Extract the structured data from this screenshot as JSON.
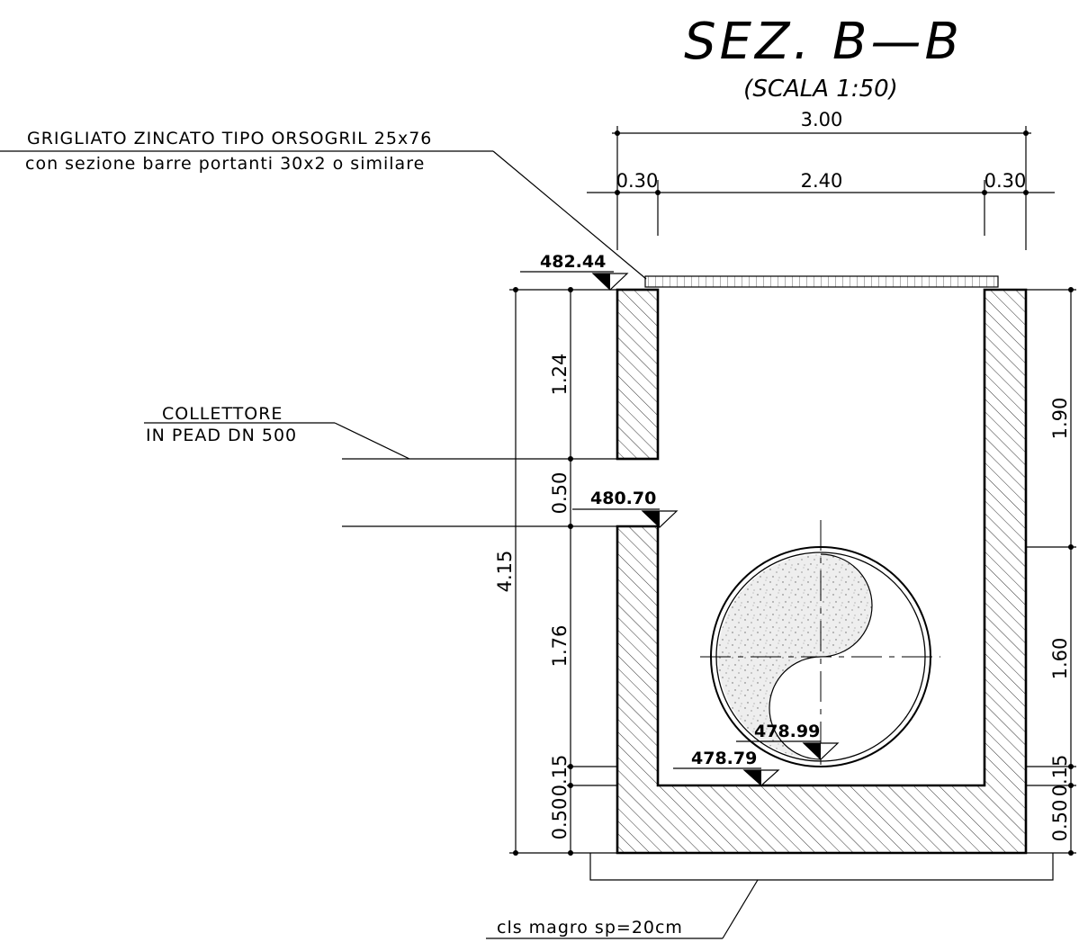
{
  "title": "SEZ. B—B",
  "scale": "(SCALA 1:50)",
  "dimensions": {
    "total_width": "3.00",
    "left_wall": "0.30",
    "inner_width": "2.40",
    "right_wall": "0.30",
    "left_upper": "1.24",
    "left_pipe": "0.50",
    "total_height": "4.15",
    "left_mid": "1.76",
    "left_015": "0.15",
    "left_base": "0.50",
    "right_upper": "1.90",
    "right_mid": "1.60",
    "right_015": "0.15",
    "right_base": "0.50"
  },
  "levels": {
    "top": "482.44",
    "pipe": "480.70",
    "inner_bottom": "478.99",
    "floor": "478.79"
  },
  "notes": {
    "grating_line1": "GRIGLIATO ZINCATO TIPO ORSOGRIL 25x76",
    "grating_line2": "con sezione barre portanti 30x2 o similare",
    "collector_line1": "COLLETTORE",
    "collector_line2": "IN PEAD DN 500",
    "lean_concrete": "cls magro sp=20cm"
  },
  "colors": {
    "line": "#000000",
    "background": "#ffffff",
    "fill_stipple": "#eeeeee"
  }
}
